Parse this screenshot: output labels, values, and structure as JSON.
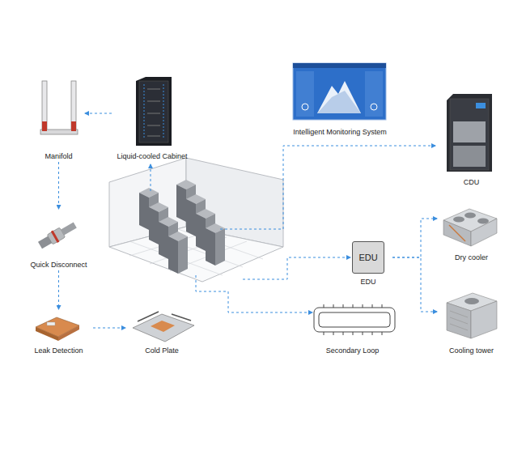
{
  "diagram": {
    "nodes": [
      {
        "text": [
          "Intelligent Monitoring System"
        ]
      },
      {
        "text": [
          "Manifold"
        ]
      },
      {
        "text": [
          "Liquid-cooled Cabinet"
        ]
      },
      {
        "text": [
          "CDU"
        ]
      },
      {
        "text": [
          "Quick Disconnect"
        ]
      },
      {
        "text": [
          "EDU",
          "EDU"
        ]
      },
      {
        "text": [
          "Dry cooler"
        ]
      },
      {
        "text": [
          "Leak Detection"
        ]
      },
      {
        "text": [
          "Cold Plate"
        ]
      },
      {
        "text": [
          "Secondary Loop"
        ]
      },
      {
        "text": [
          "Cooling tower"
        ]
      }
    ],
    "edges": [
      {
        "from": 2,
        "to": 1,
        "arrow": "to"
      },
      {
        "from": 1,
        "to": 4,
        "arrow": "to"
      },
      {
        "from": 4,
        "to": 7,
        "arrow": "to"
      },
      {
        "from": 7,
        "to": 8,
        "arrow": "to"
      },
      {
        "from": 5,
        "to": 6,
        "arrow": "to"
      },
      {
        "from": 5,
        "to": 10,
        "arrow": "to"
      }
    ]
  }
}
